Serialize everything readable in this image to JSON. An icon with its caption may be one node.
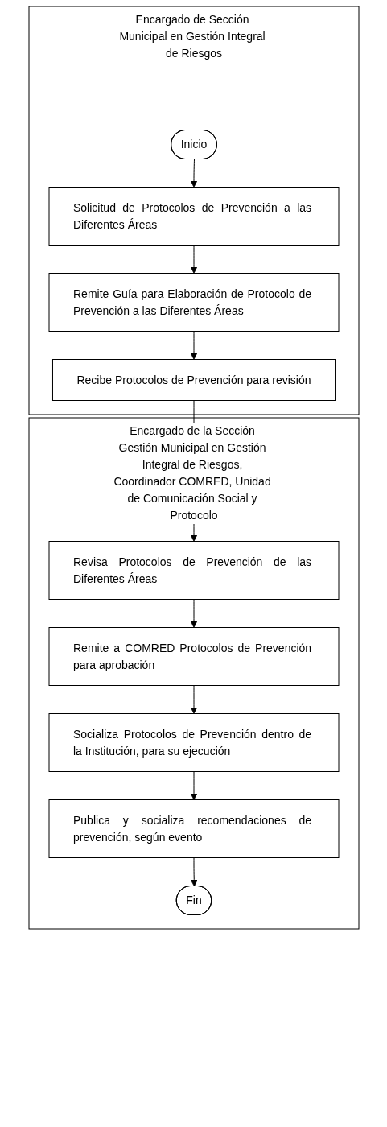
{
  "diagram": {
    "nodes": [
      {
        "text": [
          "Encargado de Sección Municipal en Gestión Integral de Riesgos"
        ]
      },
      {
        "text": [
          "Inicio"
        ],
        "in": 0
      },
      {
        "text": [
          "Solicitud de Protocolos de Prevención a las Diferentes Áreas"
        ],
        "in": 0
      },
      {
        "text": [
          "Remite Guía para Elaboración de Protocolo de Prevención a las Diferentes Áreas"
        ],
        "in": 0
      },
      {
        "text": [
          "Recibe Protocolos de Prevención para revisión"
        ],
        "in": 0
      },
      {
        "text": [
          "Encargado de la Sección Gestión Municipal en Gestión Integral de Riesgos, Coordinador COMRED, Unidad de Comunicación Social y Protocolo"
        ]
      },
      {
        "text": [
          "Revisa Protocolos de Prevención de las Diferentes Áreas"
        ],
        "in": 5
      },
      {
        "text": [
          "Remite a COMRED Protocolos de Prevención para aprobación"
        ],
        "in": 5
      },
      {
        "text": [
          "Socializa Protocolos de Prevención dentro de la Institución, para su ejecución"
        ],
        "in": 5
      },
      {
        "text": [
          "Publica y socializa recomendaciones de prevención, según evento"
        ],
        "in": 5
      },
      {
        "text": [
          "Fin"
        ],
        "in": 5
      }
    ],
    "edges": [
      {
        "from": 1,
        "to": 2,
        "arrow": "to"
      },
      {
        "from": 2,
        "to": 3,
        "arrow": "to"
      },
      {
        "from": 3,
        "to": 4,
        "arrow": "to"
      },
      {
        "from": 4,
        "to": 6,
        "arrow": "to"
      },
      {
        "from": 6,
        "to": 7,
        "arrow": "to"
      },
      {
        "from": 7,
        "to": 8,
        "arrow": "to"
      },
      {
        "from": 8,
        "to": 9,
        "arrow": "to"
      },
      {
        "from": 9,
        "to": 10,
        "arrow": "to"
      }
    ]
  }
}
